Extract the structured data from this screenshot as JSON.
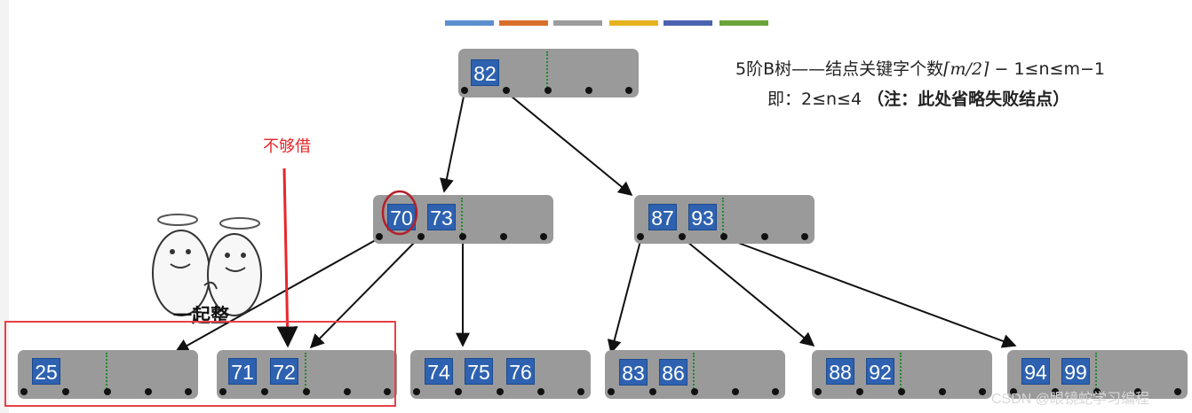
{
  "header_colors": [
    "#5b8fd0",
    "#d9702a",
    "#9c9c9c",
    "#e6b21e",
    "#4a62b0",
    "#6aa33a"
  ],
  "formula": {
    "prefix": "5阶B树——结点关键字个数",
    "ceil_expr": "⌈m/2⌉",
    "suffix": " − 1≤n≤m−1"
  },
  "note": {
    "lead": "即：2≤n≤4 ",
    "bold": "（注：此处省略失败结点）"
  },
  "annotation": "不够借",
  "meme_caption": "一起整",
  "watermark": "CSDN @眼镜蛇学习编程",
  "tree": {
    "root": {
      "keys": [
        "82"
      ]
    },
    "internal": [
      {
        "keys": [
          "70",
          "73"
        ],
        "circled": "70"
      },
      {
        "keys": [
          "87",
          "93"
        ]
      }
    ],
    "leaves": [
      {
        "keys": [
          "25"
        ]
      },
      {
        "keys": [
          "71",
          "72"
        ]
      },
      {
        "keys": [
          "74",
          "75",
          "76"
        ]
      },
      {
        "keys": [
          "83",
          "86"
        ]
      },
      {
        "keys": [
          "88",
          "92"
        ]
      },
      {
        "keys": [
          "94",
          "99"
        ]
      }
    ]
  },
  "colors": {
    "node_fill": "#9a9a9a",
    "key_fill": "#2e62b0",
    "annotation": "#e8262a",
    "circle": "#b3202a"
  }
}
